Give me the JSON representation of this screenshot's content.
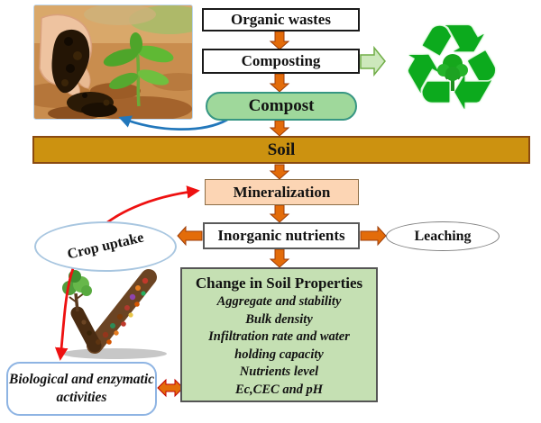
{
  "flowchart": {
    "organic_wastes": {
      "label": "Organic wastes"
    },
    "composting": {
      "label": "Composting"
    },
    "compost": {
      "label": "Compost"
    },
    "soil": {
      "label": "Soil"
    },
    "mineralization": {
      "label": "Mineralization"
    },
    "inorganic_nutrients": {
      "label": "Inorganic nutrients"
    },
    "leaching": {
      "label": "Leaching"
    },
    "crop_uptake": {
      "label": "Crop uptake"
    },
    "soil_properties": {
      "title": "Change in Soil Properties",
      "items": [
        "Aggregate and stability",
        "Bulk density",
        "Infiltration rate and water holding capacity",
        "Nutrients level",
        "Ec,CEC and pH"
      ]
    },
    "biological_activities": {
      "label": "Biological and enzymatic activities"
    }
  },
  "icons": {
    "recycle_symbol": "♻",
    "recycle_meaning": "recycling-arrows-with-tree",
    "photo_meaning": "hand-adding-compost-beside-seedling",
    "checkmark_meaning": "compost-checkmark-with-growing-plant"
  },
  "colors": {
    "arrow_orange": "#e36c0a",
    "arrow_red": "#ee1111",
    "arrow_blue": "#2277bb",
    "arrow_green_fill": "#cde8bc",
    "soil_bar_fill": "#cc9210",
    "compost_fill": "#9fd89b",
    "mineralization_fill": "#fcd5b4",
    "properties_fill": "#c5e0b3",
    "recycle_green": "#0caa1d"
  }
}
